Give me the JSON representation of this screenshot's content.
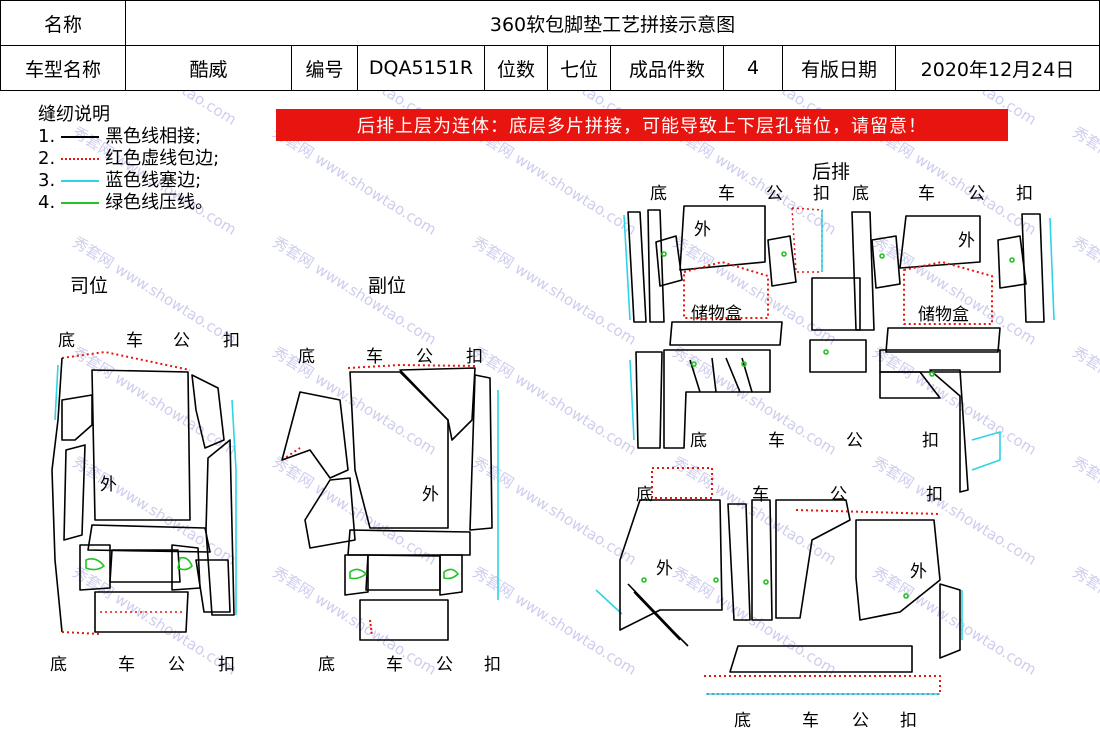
{
  "header": {
    "name_label": "名称",
    "title": "360软包脚垫工艺拼接示意图",
    "model_label": "车型名称",
    "model_value": "酷威",
    "code_label": "编号",
    "code_value": "DQA5151R",
    "seats_label": "位数",
    "seats_value": "七位",
    "pieces_label": "成品件数",
    "pieces_value": "4",
    "date_label": "有版日期",
    "date_value": "2020年12月24日"
  },
  "legend": {
    "title": "缝纫说明",
    "items": [
      {
        "num": "1.",
        "text": "黑色线相接;",
        "color": "#000000",
        "style": "solid"
      },
      {
        "num": "2.",
        "text": "红色虚线包边;",
        "color": "#e8140f",
        "style": "dotted"
      },
      {
        "num": "3.",
        "text": "蓝色线塞边;",
        "color": "#2fd3e6",
        "style": "solid"
      },
      {
        "num": "4.",
        "text": "绿色线压线。",
        "color": "#22c322",
        "style": "solid"
      }
    ]
  },
  "warning": "后排上层为连体：底层多片拼接，可能导致上下层孔错位，请留意！",
  "sections": {
    "driver": "司位",
    "passenger": "副位",
    "rear": "后排"
  },
  "labels": {
    "di": "底",
    "che": "车",
    "gong": "公",
    "kou": "扣",
    "wai": "外",
    "storage": "储物盒"
  },
  "watermark": {
    "cn": "秀套网",
    "url": "www.showtao.com"
  },
  "colors": {
    "red": "#e8140f",
    "cyan": "#2fd3e6",
    "green": "#22c322"
  }
}
